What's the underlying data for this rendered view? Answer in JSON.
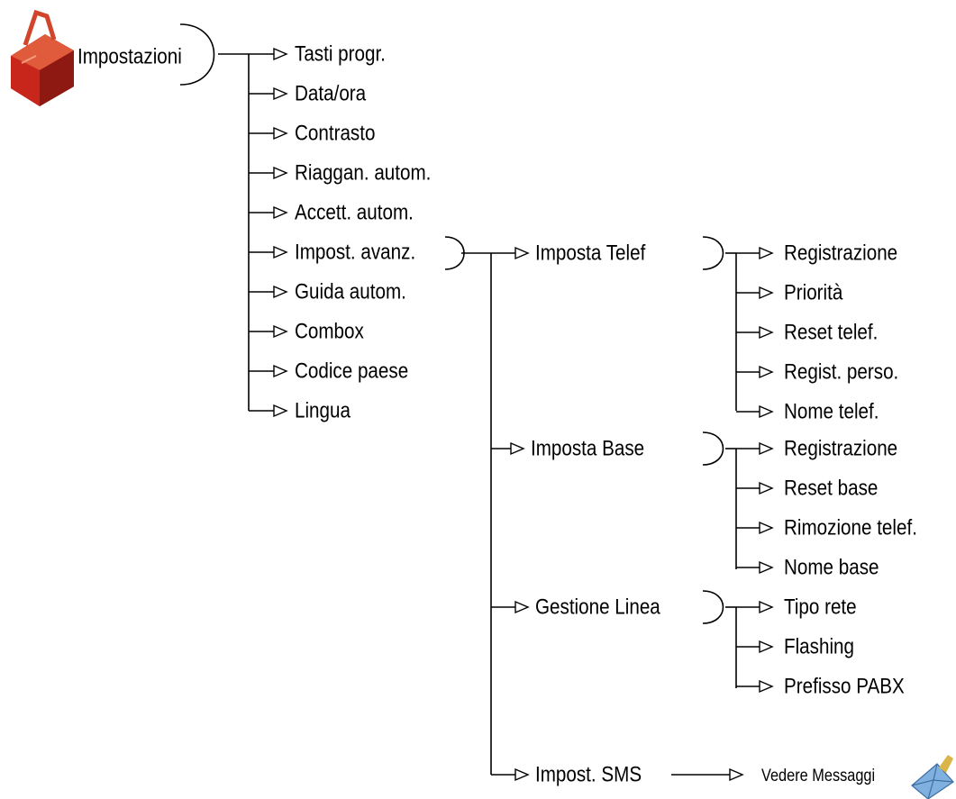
{
  "root": {
    "label": "Impostazioni",
    "icon": "toolbox-icon"
  },
  "menu": {
    "items": [
      "Tasti progr.",
      "Data/ora",
      "Contrasto",
      "Riaggan. autom.",
      "Accett. autom.",
      "Impost. avanz.",
      "Guida autom.",
      "Combox",
      "Codice paese",
      "Lingua"
    ]
  },
  "advanced": {
    "phone": {
      "label": "Imposta Telef",
      "items": [
        "Registrazione",
        "Priorità",
        "Reset telef.",
        "Regist. perso.",
        "Nome telef."
      ]
    },
    "base": {
      "label": "Imposta Base",
      "items": [
        "Registrazione",
        "Reset base",
        "Rimozione telef.",
        "Nome base"
      ]
    },
    "line": {
      "label": "Gestione Linea",
      "items": [
        "Tipo rete",
        "Flashing",
        "Prefisso PABX"
      ]
    },
    "sms": {
      "label": "Impost. SMS",
      "link": "Vedere Messaggi",
      "icon": "envelope-icon"
    }
  },
  "colors": {
    "line": "#000000",
    "toolbox": "#c8261b",
    "envelope": "#6ea3d8"
  }
}
